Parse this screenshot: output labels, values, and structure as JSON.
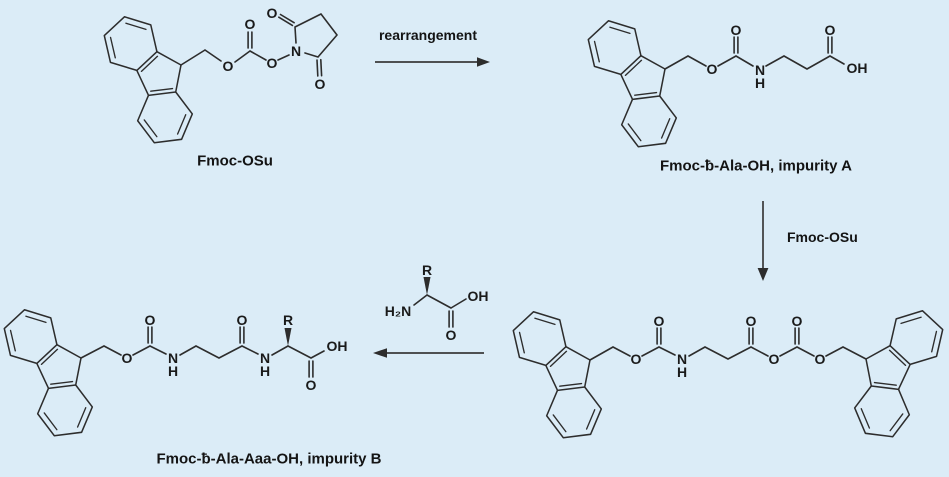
{
  "scheme": {
    "background": "#dbecf7",
    "bond_color": "#2d2d2d",
    "label_color": "#141414"
  },
  "compounds": {
    "fmoc_osu": {
      "name": "Fmoc-OSu"
    },
    "impurity_a": {
      "name": "Fmoc-ƀ-Ala-OH, impurity A"
    },
    "impurity_b": {
      "name": "Fmoc-ƀ-Ala-Aaa-OH, impurity B"
    }
  },
  "arrows": {
    "rearrangement": {
      "label": "rearrangement",
      "direction": "right"
    },
    "fmoc_osu_addition": {
      "label": "Fmoc-OSu",
      "direction": "down"
    },
    "amino_acid_coupling": {
      "direction": "left"
    }
  },
  "atoms": {
    "O": "O",
    "N": "N",
    "H": "H",
    "OH": "OH",
    "H2N": "H₂N",
    "R": "R"
  }
}
